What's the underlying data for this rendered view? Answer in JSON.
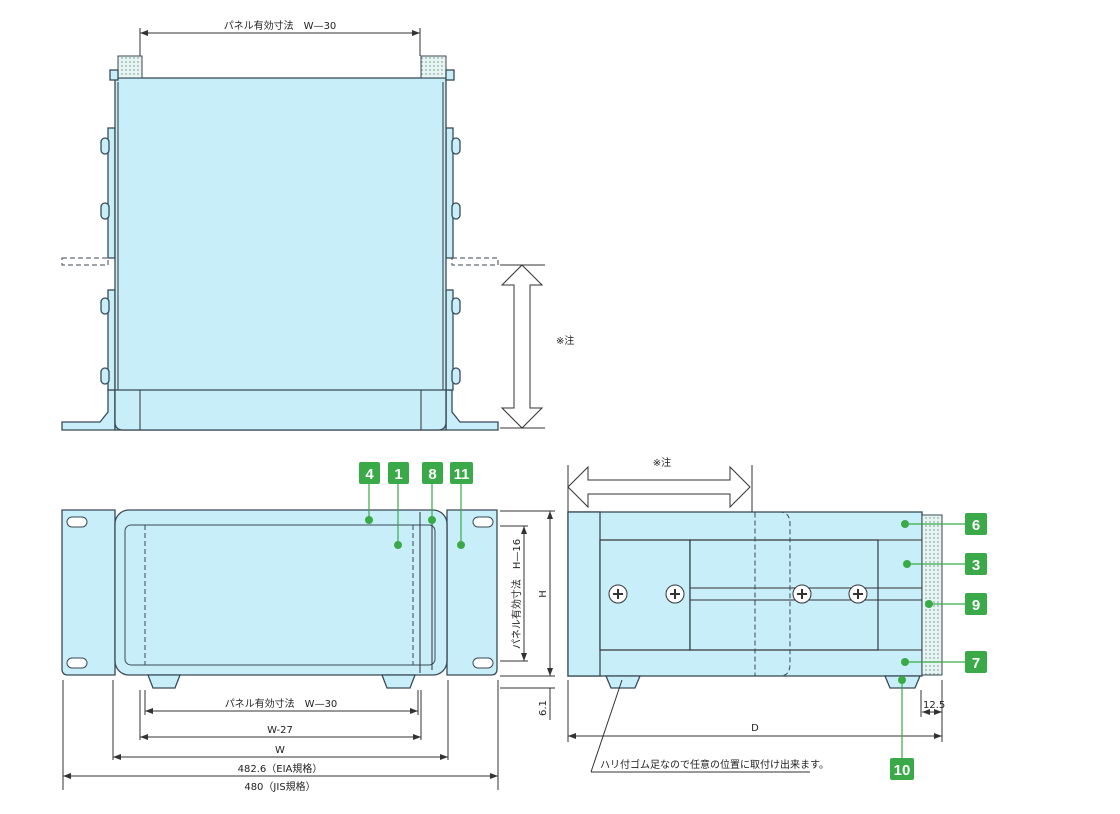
{
  "top_view": {
    "panel_width_label": "パネル有効寸法　W—30",
    "note_label": "※注"
  },
  "front_view": {
    "panel_width_label": "パネル有効寸法　W—30",
    "inner_width_label": "W-27",
    "width_label": "W",
    "eia_label": "482.6（EIA規格）",
    "jis_label": "480（JIS規格）",
    "panel_height_label": "パネル有効寸法　H—16",
    "height_label": "H",
    "foot_height_label": "6.1"
  },
  "side_view": {
    "note_label": "※注",
    "depth_label": "D",
    "rubber_label": "12.5",
    "foot_note": "ハリ付ゴム足なので任意の位置に取付け出来ます。"
  },
  "badges": [
    "4",
    "1",
    "8",
    "11",
    "6",
    "3",
    "9",
    "7",
    "10"
  ],
  "colors": {
    "body": "#c8eefa",
    "badge": "#3aaa48"
  }
}
